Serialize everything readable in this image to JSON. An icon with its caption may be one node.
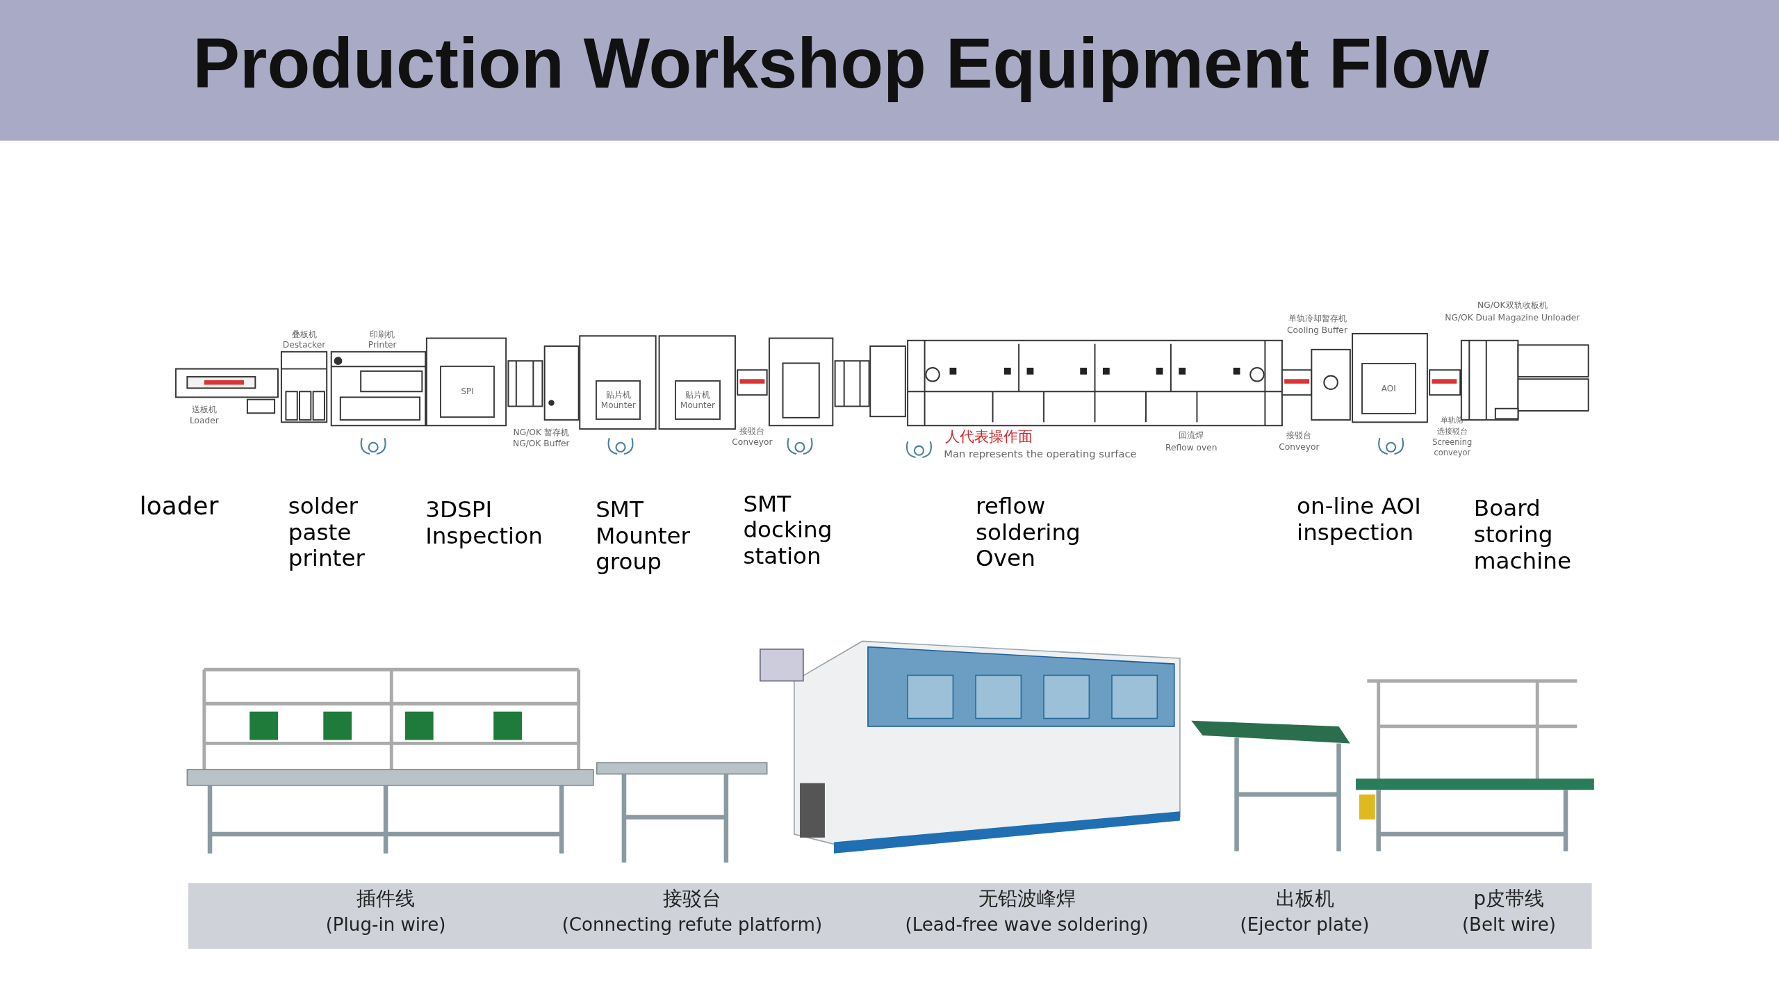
{
  "diagram": {
    "title": "Production Workshop Equipment Flow",
    "nodes": [
      {
        "text": [
          "SPI"
        ]
      },
      {
        "text": [
          "贴片机 Mounter"
        ]
      },
      {
        "text": [
          "贴片机 Mounter"
        ]
      },
      {
        "text": [
          "AOI"
        ]
      }
    ],
    "labels": [
      "NG/OK双轨收板机",
      "NG/OK Dual Magazine Unloader",
      "单轨冷却暂存机",
      "Cooling Buffer",
      "叠板机",
      "Destacker",
      "印刷机",
      "Printer",
      "送板机",
      "Loader",
      "NG/OK 暂存机",
      "NG/OK Buffer",
      "接驳台",
      "Conveyor",
      "人代表操作面",
      "Man represents the operating surface",
      "回流焊",
      "Reflow oven",
      "接驳台",
      "Conveyor",
      "单轨筛",
      "选接驳台",
      "Screening",
      "conveyor",
      "loader",
      "solder paste printer",
      "3DSPI Inspection",
      "SMT Mounter group",
      "SMT docking station",
      "reflow soldering Oven",
      "on-line AOI inspection",
      "Board storing machine",
      "插件线",
      "(Plug-in wire)",
      "接驳台",
      "(Connecting refute platform)",
      "无铅波峰焊",
      "(Lead-free wave soldering)",
      "出板机",
      "(Ejector plate)",
      "p皮带线",
      "(Belt wire)"
    ]
  }
}
